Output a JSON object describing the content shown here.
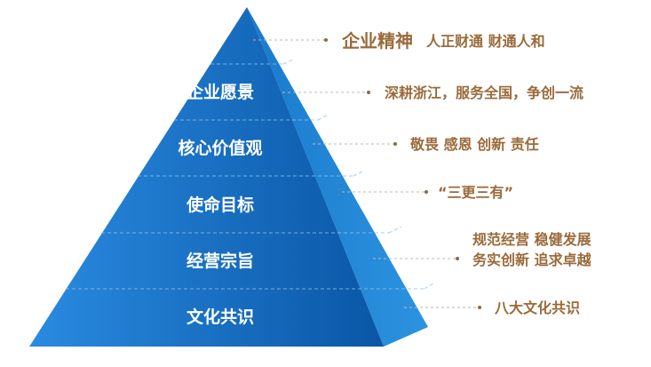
{
  "pyramid": {
    "levels": [
      {
        "label": "企业愿景",
        "description": "深耕浙江，服务全国，争创一流"
      },
      {
        "label": "核心价值观",
        "description": "敬畏 感恩 创新 责任"
      },
      {
        "label": "使命目标",
        "description": "“三更三有”"
      },
      {
        "label": "经营宗旨",
        "description_lines": [
          "规范经营 稳健发展",
          "务实创新 追求卓越"
        ]
      },
      {
        "label": "文化共识",
        "description": "八大文化共识"
      }
    ],
    "apex": {
      "title": "企业精神",
      "description": "人正财通 财通人和"
    }
  },
  "colors": {
    "front_light": "#2a8be0",
    "front_dark": "#0a56a6",
    "side": "#1f86d6",
    "text_accent": "#9a6a3a"
  }
}
